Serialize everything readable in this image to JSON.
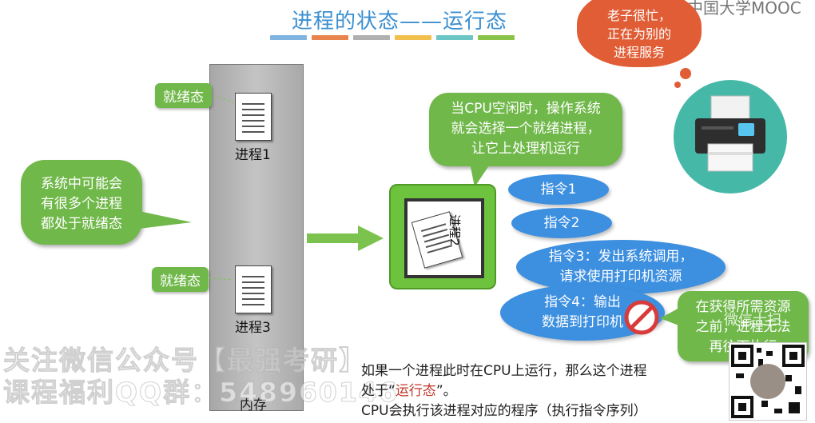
{
  "title": "进程的状态——运行态",
  "title_bar_colors": [
    "#7fb4e0",
    "#e9844f",
    "#b0b0b0",
    "#f1c04c",
    "#6ec5c5",
    "#8bc34a"
  ],
  "logo_text": "中国大学MOOC",
  "printer_bubble": [
    "老子很忙，",
    "正在为别的",
    "进程服务"
  ],
  "memory_label": "内存",
  "ready_tag_1": "就绪态",
  "ready_tag_2": "就绪态",
  "process_1": "进程1",
  "process_3": "进程3",
  "process_2_label": "进程2",
  "left_bubble": [
    "系统中可能会",
    "有很多个进程",
    "都处于就绪态"
  ],
  "cpu_bubble": [
    "当CPU空闲时，操作系统",
    "就会选择一个就绪进程，",
    "让它上处理机运行"
  ],
  "instr_1": "指令1",
  "instr_2": "指令2",
  "instr_3": [
    "指令3：发出系统调用，",
    "请求使用打印机资源"
  ],
  "instr_4": [
    "指令4：输出",
    "数据到打印机"
  ],
  "right_bubble": [
    "在获得所需资源",
    "之前，进程无法",
    "再往下执行"
  ],
  "right_bubble_overlay": "微信士扫",
  "watermark_1": "关注微信公众号【最强考研】",
  "watermark_2": "课程福利QQ群：548960146",
  "bottom_text_1": "如果一个进程此时在CPU上运行，那么这个进程",
  "bottom_text_2_pre": "处于“",
  "bottom_text_2_red": "运行态",
  "bottom_text_2_post": "”。",
  "bottom_text_3": "CPU会执行该进程对应的程序（执行指令序列）"
}
